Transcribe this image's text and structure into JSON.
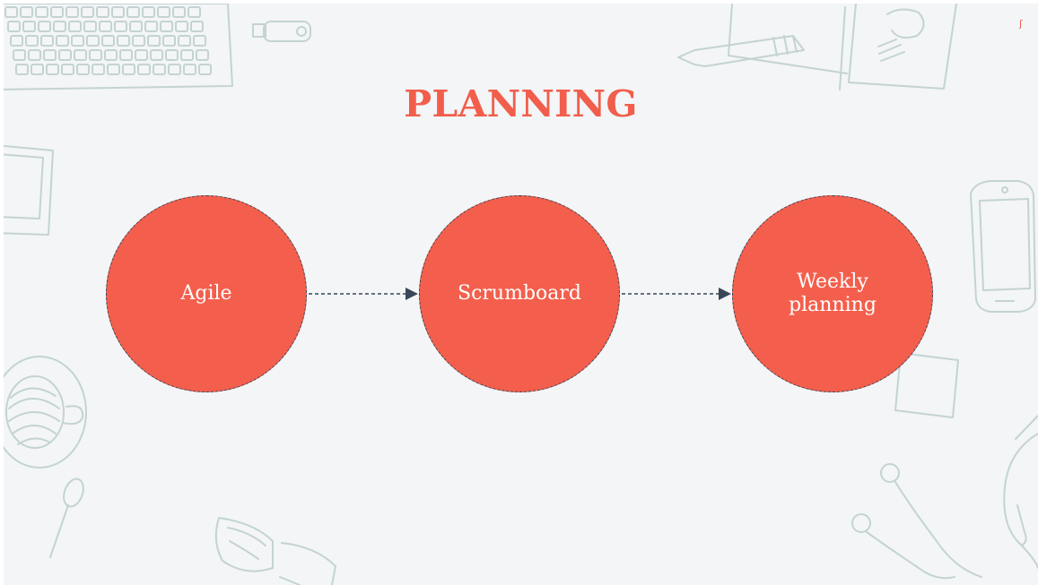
{
  "slide": {
    "title": "PLANNING",
    "accent_color": "#f15e4b",
    "node_color": "#f35f4c",
    "connector_color": "#3a4658"
  },
  "flow": {
    "nodes": [
      {
        "label": "Agile"
      },
      {
        "label": "Scrumboard"
      },
      {
        "label": "Weekly\nplanning"
      }
    ]
  },
  "background_doodles": [
    "keyboard-icon",
    "usb-stick-icon",
    "pen-icon",
    "notebook-icon",
    "tablet-icon",
    "smartphone-icon",
    "coffee-cup-icon",
    "spoon-icon",
    "sticky-note-icon",
    "eyeglasses-icon",
    "earphones-icon"
  ]
}
